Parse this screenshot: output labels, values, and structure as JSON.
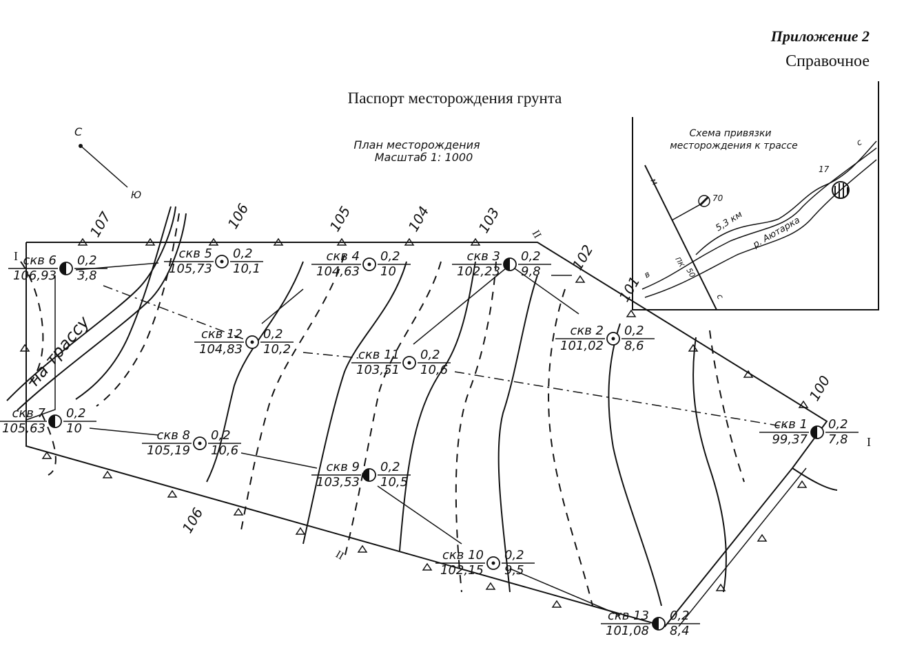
{
  "header": {
    "appendix": "Приложение 2",
    "reference": "Справочное"
  },
  "title": "Паспорт месторождения грунта",
  "plan": {
    "title": "План месторождения",
    "scale": "Масштаб 1: 1000"
  },
  "compass": {
    "north": "С",
    "south": "Ю"
  },
  "section_marks": {
    "left": "I",
    "right": "I",
    "section_2_top": "II",
    "section_2_bottom": "II"
  },
  "road_label": "на трассу",
  "contours": [
    "107",
    "106",
    "105",
    "104",
    "103",
    "102",
    "101",
    "100",
    "106"
  ],
  "wells": [
    {
      "name": "скв 6",
      "elev": "106,93",
      "top": "0,2",
      "bottom": "3,8"
    },
    {
      "name": "скв 5",
      "elev": "105,73",
      "top": "0,2",
      "bottom": "10,1"
    },
    {
      "name": "скв 4",
      "elev": "104,63",
      "top": "0,2",
      "bottom": "10"
    },
    {
      "name": "скв 3",
      "elev": "102,23",
      "top": "0,2",
      "bottom": "9,8"
    },
    {
      "name": "скв 12",
      "elev": "104,83",
      "top": "0,2",
      "bottom": "10,2"
    },
    {
      "name": "скв 11",
      "elev": "103,51",
      "top": "0,2",
      "bottom": "10,6"
    },
    {
      "name": "скв 2",
      "elev": "101,02",
      "top": "0,2",
      "bottom": "8,6"
    },
    {
      "name": "скв 7",
      "elev": "105,63",
      "top": "0,2",
      "bottom": "10"
    },
    {
      "name": "скв 8",
      "elev": "105,19",
      "top": "0,2",
      "bottom": "10,6"
    },
    {
      "name": "скв 9",
      "elev": "103,53",
      "top": "0,2",
      "bottom": "10,5"
    },
    {
      "name": "скв 1",
      "elev": "99,37",
      "top": "0,2",
      "bottom": "7,8"
    },
    {
      "name": "скв 10",
      "elev": "102,15",
      "top": "0,2",
      "bottom": "9,5"
    },
    {
      "name": "скв 13",
      "elev": "101,08",
      "top": "0,2",
      "bottom": "8,4"
    }
  ],
  "inset": {
    "title_line1": "Схема привязки",
    "title_line2": "месторождения к трассе",
    "marker_70": "70",
    "marker_17": "17",
    "distance": "5,3 км",
    "river": "р. Аютарка",
    "km": "50",
    "north_top": "м",
    "south_bottom": "с",
    "west": "в",
    "east_corner": "с",
    "marker_pk": "ПК"
  }
}
